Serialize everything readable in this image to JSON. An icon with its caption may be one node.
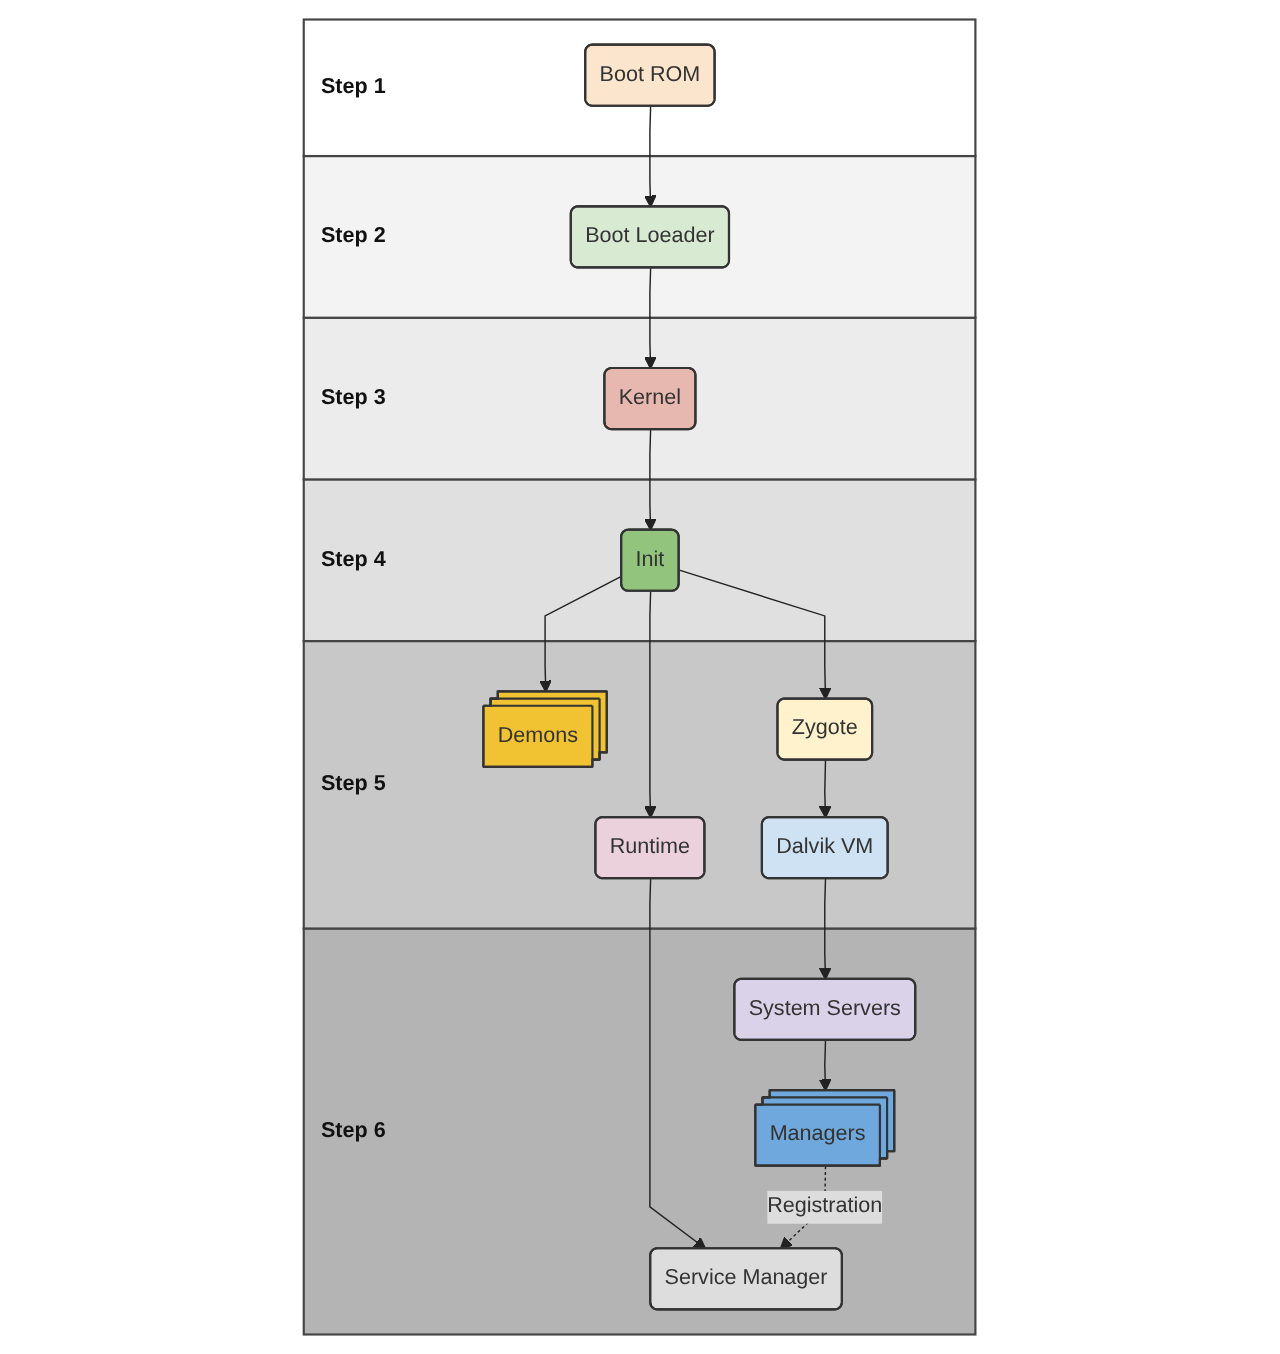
{
  "diagram": {
    "nodes": [
      {
        "text": [
          "Step 1"
        ]
      },
      {
        "text": [
          "Boot ROM"
        ],
        "in": 0
      },
      {
        "text": [
          "Step 2"
        ]
      },
      {
        "text": [
          "Boot Loeader"
        ],
        "in": 2
      },
      {
        "text": [
          "Step 3"
        ]
      },
      {
        "text": [
          "Kernel"
        ],
        "in": 4
      },
      {
        "text": [
          "Step 4"
        ]
      },
      {
        "text": [
          "Init"
        ],
        "in": 6
      },
      {
        "text": [
          "Step 5"
        ]
      },
      {
        "text": [
          "Demons"
        ],
        "in": 8
      },
      {
        "text": [
          "Zygote"
        ],
        "in": 8
      },
      {
        "text": [
          "Runtime"
        ],
        "in": 8
      },
      {
        "text": [
          "Dalvik VM"
        ],
        "in": 8
      },
      {
        "text": [
          "Step 6"
        ]
      },
      {
        "text": [
          "System Servers"
        ],
        "in": 13
      },
      {
        "text": [
          "Service Manager"
        ],
        "in": 13
      },
      {
        "text": [
          "Managers"
        ],
        "in": 13
      }
    ],
    "edges": [
      {
        "from": 1,
        "to": 3,
        "arrow": "to"
      },
      {
        "from": 3,
        "to": 5,
        "arrow": "to"
      },
      {
        "from": 5,
        "to": 7,
        "arrow": "to"
      },
      {
        "from": 7,
        "to": 9,
        "arrow": "to"
      },
      {
        "from": 7,
        "to": 10,
        "arrow": "to"
      },
      {
        "from": 7,
        "to": 11,
        "arrow": "to"
      },
      {
        "from": 10,
        "to": 12,
        "arrow": "to"
      },
      {
        "from": 12,
        "to": 14,
        "arrow": "to"
      },
      {
        "from": 11,
        "to": 15,
        "arrow": "to"
      },
      {
        "from": 14,
        "to": 16,
        "arrow": "to"
      },
      {
        "from": 16,
        "to": 15,
        "arrow": "to",
        "label": "Registration",
        "style": "dashed"
      }
    ]
  }
}
